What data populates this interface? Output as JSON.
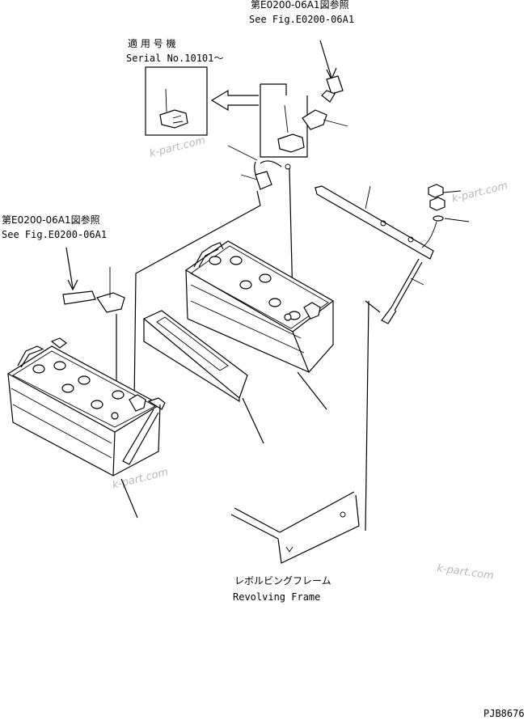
{
  "refs": {
    "top_jp": "第E0200-06A1図参照",
    "top_en": "See Fig.E0200-06A1",
    "left_jp": "第E0200-06A1図参照",
    "left_en": "See Fig.E0200-06A1"
  },
  "serial": {
    "jp": "適 用 号 機",
    "en": "Serial No.10101～"
  },
  "frame": {
    "jp": "レボルビングフレーム",
    "en": "Revolving Frame"
  },
  "drawing_code": "PJB8676",
  "watermark": "k-part.com"
}
